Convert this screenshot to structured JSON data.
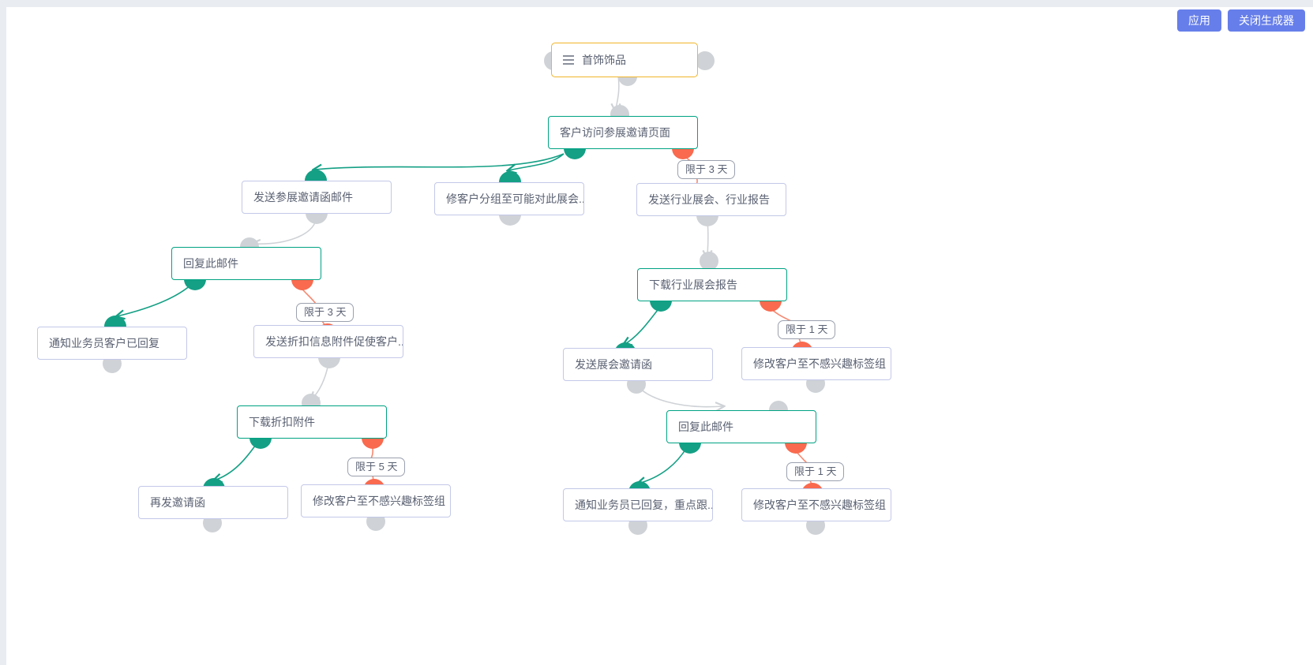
{
  "toolbar": {
    "apply_label": "应用",
    "close_label": "关闭生成器"
  },
  "colors": {
    "accent_button": "#667eea",
    "root_border": "#f0b429",
    "node_border": "#c3c8e8",
    "teal_border": "#00a383",
    "port_gray": "#cfd2d6",
    "port_teal": "#14a085",
    "port_orange": "#f96a4f",
    "edge_gray": "#cfd2d6",
    "edge_teal": "#14a085",
    "edge_orange": "#f58a72",
    "canvas_bg": "#ffffff",
    "page_bg": "#e9ecf0",
    "text": "#5a6172"
  },
  "flow": {
    "nodes": [
      {
        "id": "n1",
        "label": "首饰饰品",
        "icon": "list-icon",
        "style": "root"
      },
      {
        "id": "n2",
        "label": "客户访问参展邀请页面",
        "style": "teal"
      },
      {
        "id": "n3",
        "label": "发送参展邀请函邮件",
        "style": "plain"
      },
      {
        "id": "n4",
        "label": "修客户分组至可能对此展会...",
        "style": "plain"
      },
      {
        "id": "n5",
        "label": "发送行业展会、行业报告",
        "style": "plain"
      },
      {
        "id": "n6",
        "label": "回复此邮件",
        "style": "teal"
      },
      {
        "id": "n7",
        "label": "下载行业展会报告",
        "style": "teal"
      },
      {
        "id": "n8",
        "label": "通知业务员客户已回复",
        "style": "plain"
      },
      {
        "id": "n9",
        "label": "发送折扣信息附件促使客户...",
        "style": "plain"
      },
      {
        "id": "n10",
        "label": "发送展会邀请函",
        "style": "plain"
      },
      {
        "id": "n11",
        "label": "修改客户至不感兴趣标签组",
        "style": "plain"
      },
      {
        "id": "n12",
        "label": "下载折扣附件",
        "style": "teal"
      },
      {
        "id": "n13",
        "label": "回复此邮件",
        "style": "teal"
      },
      {
        "id": "n14",
        "label": "再发邀请函",
        "style": "plain"
      },
      {
        "id": "n15",
        "label": "修改客户至不感兴趣标签组",
        "style": "plain"
      },
      {
        "id": "n16",
        "label": "通知业务员已回复，重点跟...",
        "style": "plain"
      },
      {
        "id": "n17",
        "label": "修改客户至不感兴趣标签组",
        "style": "plain"
      }
    ],
    "edge_labels": [
      {
        "id": "e1",
        "text": "限于 3 天",
        "from": "n2",
        "to": "n5"
      },
      {
        "id": "e2",
        "text": "限于 3 天",
        "from": "n6",
        "to": "n9"
      },
      {
        "id": "e3",
        "text": "限于 1 天",
        "from": "n7",
        "to": "n11"
      },
      {
        "id": "e4",
        "text": "限于 5 天",
        "from": "n12",
        "to": "n15"
      },
      {
        "id": "e5",
        "text": "限于 1 天",
        "from": "n13",
        "to": "n17"
      }
    ]
  }
}
